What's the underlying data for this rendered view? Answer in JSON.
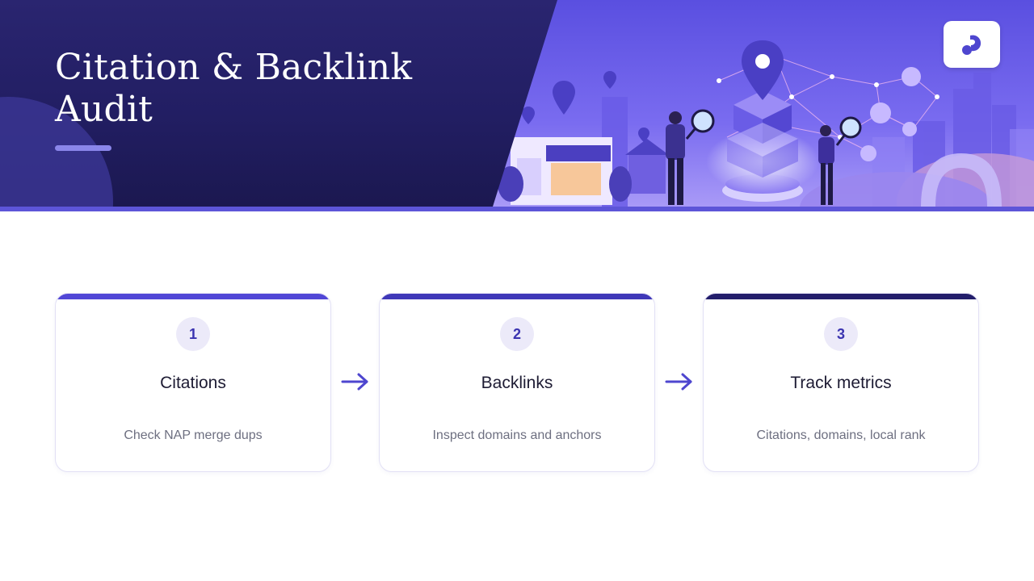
{
  "header": {
    "title": "Citation & Backlink Audit",
    "colors": {
      "dark": "#221e63",
      "accent": "#5d55d8",
      "light_accent": "#8a86ea"
    }
  },
  "illustration": {
    "icons": [
      "map-pin-icon",
      "magnifier-icon",
      "storefront-icon",
      "network-node-icon",
      "city-skyline-icon"
    ]
  },
  "logo": {
    "icon": "brand-logo-icon"
  },
  "steps": [
    {
      "number": "1",
      "title": "Citations",
      "description": "Check NAP merge dups",
      "accent": "#5147d6"
    },
    {
      "number": "2",
      "title": "Backlinks",
      "description": "Inspect domains and anchors",
      "accent": "#3f38b8"
    },
    {
      "number": "3",
      "title": "Track metrics",
      "description": "Citations, domains, local rank",
      "accent": "#231e6b"
    }
  ],
  "arrow_icon": "arrow-right-icon",
  "arrow_color": "#4e46cf"
}
